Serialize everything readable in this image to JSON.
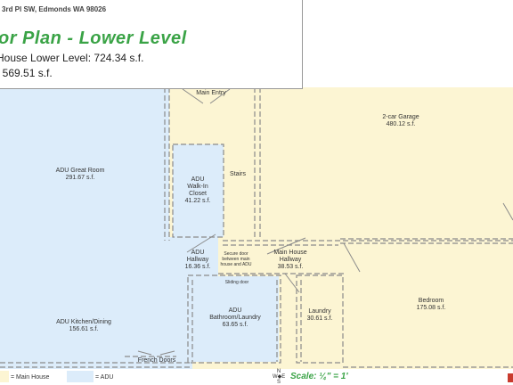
{
  "header": {
    "address": "3rd Pl SW, Edmonds WA 98026",
    "title": "or Plan - Lower Level",
    "line1": "House Lower Level: 724.34 s.f.",
    "line2": ": 569.51 s.f."
  },
  "rooms": {
    "great_room": {
      "name": "ADU Great Room",
      "area": "291.67 s.f."
    },
    "walkin_closet": {
      "name": "ADU\nWalk-In\nCloset",
      "area": "41.22 s.f."
    },
    "adu_hallway": {
      "name": "ADU\nHallway",
      "area": "16.36 s.f."
    },
    "main_hallway": {
      "name": "Main House\nHallway",
      "area": "38.53 s.f."
    },
    "garage": {
      "name": "2-car Garage",
      "area": "480.12 s.f."
    },
    "kitchen": {
      "name": "ADU Kitchen/Dining",
      "area": "156.61 s.f."
    },
    "bathroom": {
      "name": "ADU\nBathroom/Laundry",
      "area": "63.65 s.f."
    },
    "laundry": {
      "name": "Laundry",
      "area": "30.61 s.f."
    },
    "bedroom": {
      "name": "Bedroom",
      "area": "175.08 s.f."
    }
  },
  "labels": {
    "main_entry": "Main Entry",
    "stairs": "Stairs",
    "secure_door": "Secure door\nbetween main\nhouse and ADU",
    "sliding_door": "Sliding door",
    "french_doors": "French Doors"
  },
  "legend": {
    "main_house": "= Main House",
    "adu": "= ADU",
    "scale": "Scale: ¼\" = 1'",
    "compass": [
      "N",
      "W",
      "E",
      "S"
    ]
  },
  "colors": {
    "main_house": "#fcf5d3",
    "adu": "#dcecfa",
    "title_green": "#3aa346",
    "wall": "#8a8a8a"
  }
}
